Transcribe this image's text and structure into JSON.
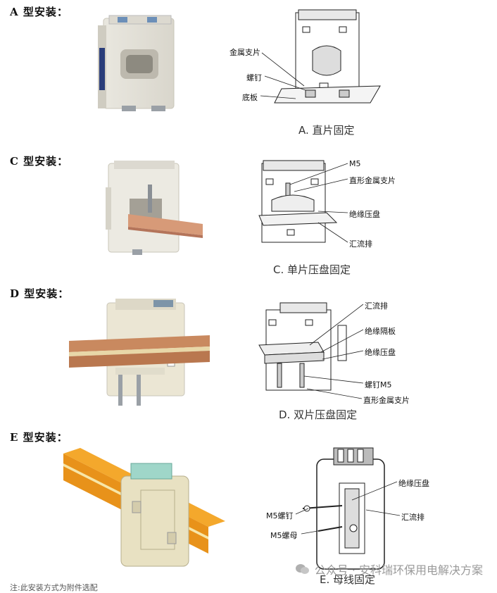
{
  "sections": {
    "a": {
      "title": "A 型安装：",
      "caption": "A. 直片固定",
      "labels": [
        "金属支片",
        "螺钉",
        "底板"
      ]
    },
    "c": {
      "title": "C 型安装：",
      "caption": "C. 单片压盘固定",
      "labels": [
        "M5",
        "直形金属支片",
        "绝缘压盘",
        "汇流排"
      ]
    },
    "d": {
      "title": "D 型安装：",
      "caption": "D. 双片压盘固定",
      "labels": [
        "汇流排",
        "绝缘隔板",
        "绝缘压盘",
        "螺钉M5",
        "直形金属支片"
      ]
    },
    "e": {
      "title": "E 型安装：",
      "caption": "E. 母线固定",
      "labels": [
        "绝缘压盘",
        "M5螺钉",
        "汇流排",
        "M5螺母"
      ]
    }
  },
  "watermark": "公众号 · 安科瑞环保用电解决方案",
  "footer_partial": "注:此安装方式为附件选配"
}
